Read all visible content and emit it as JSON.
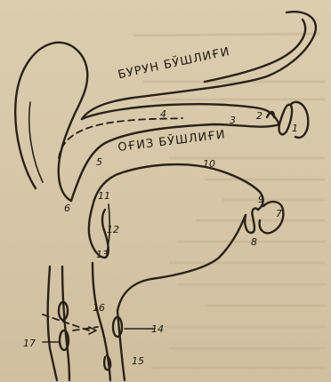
{
  "regions": {
    "nasal_cavity": "БУРУН БЎШЛИҒИ",
    "oral_cavity": "ОҒИЗ БЎШЛИҒИ"
  },
  "labels": [
    "1",
    "2",
    "3",
    "4",
    "5",
    "6",
    "7",
    "8",
    "9",
    "10",
    "11",
    "12",
    "13",
    "14",
    "15",
    "16",
    "17"
  ],
  "colors": {
    "ink": "#2a2118",
    "paper": "#d8c9ab"
  }
}
